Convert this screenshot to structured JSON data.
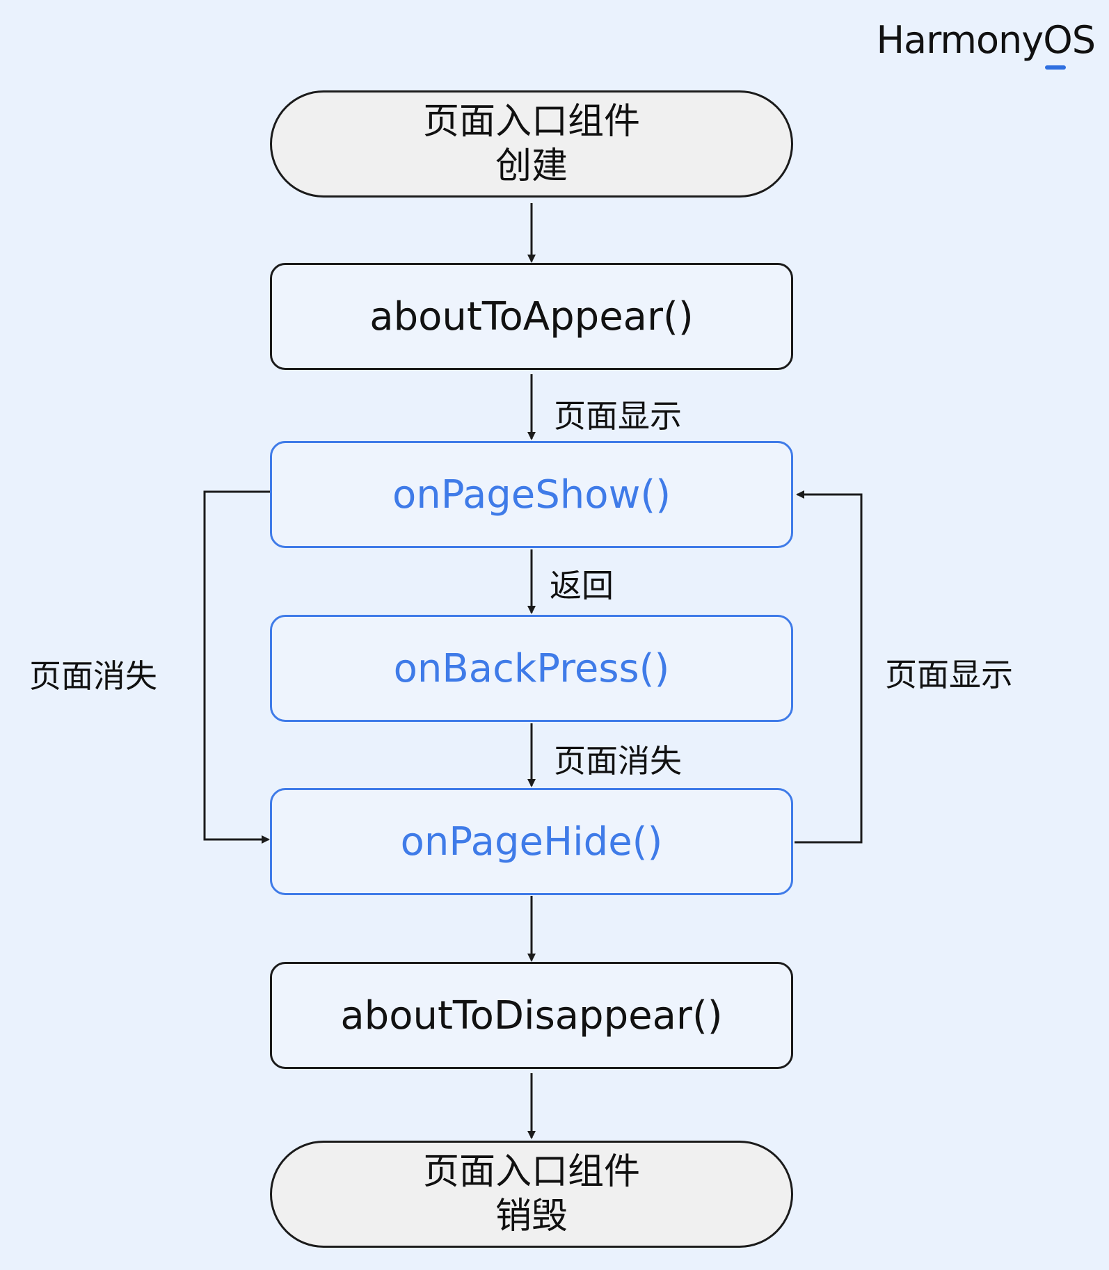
{
  "brand": {
    "logo_text": "HarmonyOS"
  },
  "nodes": {
    "create": {
      "line1": "页面入口组件",
      "line2": "创建"
    },
    "about_to_appear": "aboutToAppear()",
    "on_page_show": "onPageShow()",
    "on_back_press": "onBackPress()",
    "on_page_hide": "onPageHide()",
    "about_to_disappear": "aboutToDisappear()",
    "destroy": {
      "line1": "页面入口组件",
      "line2": "销毁"
    }
  },
  "edge_labels": {
    "show_center": "页面显示",
    "back": "返回",
    "hide_center": "页面消失",
    "hide_left": "页面消失",
    "show_right": "页面显示"
  },
  "colors": {
    "background": "#eaf2fd",
    "accent_blue": "#3f7be8",
    "stroke": "#1b1b1b",
    "terminal_fill": "#f0f0f0"
  }
}
